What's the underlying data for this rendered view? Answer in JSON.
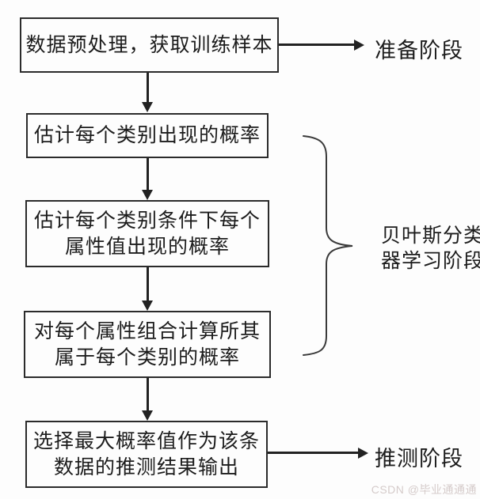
{
  "diagram": {
    "boxes": [
      {
        "lines": [
          "数据预处理，获取训练样本"
        ]
      },
      {
        "lines": [
          "估计每个类别出现的概率"
        ]
      },
      {
        "lines": [
          "估计每个类别条件下每个",
          "属性值出现的概率"
        ]
      },
      {
        "lines": [
          "对每个属性组合计算所其",
          "属于每个类别的概率"
        ]
      },
      {
        "lines": [
          "选择最大概率值作为该条",
          "数据的推测结果输出"
        ]
      }
    ],
    "labels": {
      "prepare_stage": "准备阶段",
      "learning_stage_line1": "贝叶斯分类",
      "learning_stage_line2": "器学习阶段",
      "inference_stage": "推测阶段"
    },
    "watermark": "CSDN @毕业通通通",
    "colors": {
      "line": "#222222",
      "border": "#2b2b2b",
      "text": "#1c1c1c",
      "watermark": "#d5cbca",
      "background": "#fdfdfd"
    }
  }
}
